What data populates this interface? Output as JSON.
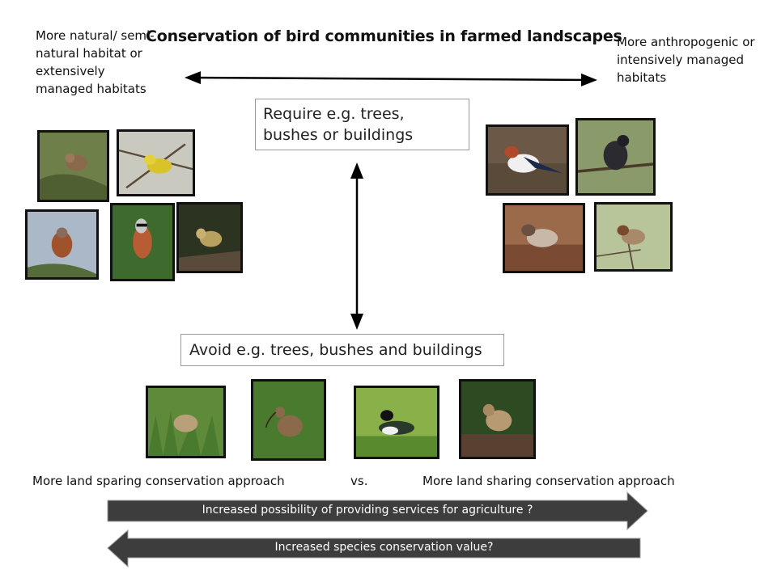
{
  "title": "Conservation of bird communities in farmed landscapes",
  "left_note": "More natural/ semi-natural habitat or extensively managed habitats",
  "right_note": "More anthropogenic or intensively managed habitats",
  "require_box": "Require e.g. trees, bushes or buildings",
  "avoid_box": "Avoid e.g. trees, bushes and buildings",
  "approach": {
    "sparing": "More land sparing conservation approach",
    "vs": "vs.",
    "sharing": "More  land sharing  conservation approach"
  },
  "arrows": {
    "services": "Increased possibility of providing services for agriculture ?",
    "conservation": "Increased  species conservation value?"
  },
  "colors": {
    "arrow_fill": "#3d3d3d",
    "box_border": "#9a9a9a",
    "photo_border": "#111111"
  }
}
